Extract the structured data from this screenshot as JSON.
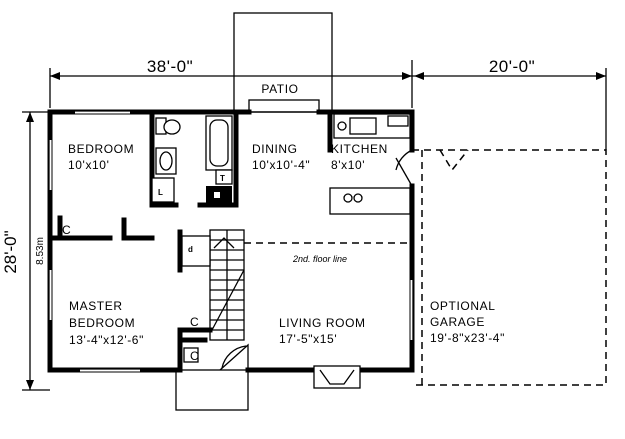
{
  "dimensions": {
    "overall_width": "38'-0\"",
    "garage_width": "20'-0\"",
    "depth": "28'-0\"",
    "depth_metric": "8.53m"
  },
  "labels": {
    "patio": "PATIO",
    "second_floor_line": "2nd. floor line",
    "closet": "C",
    "toilet": "T",
    "linen": "L",
    "up_mark": "d"
  },
  "rooms": {
    "bedroom": {
      "name": "BEDROOM",
      "size": "10'x10'"
    },
    "dining": {
      "name": "DINING",
      "size": "10'x10'-4\""
    },
    "kitchen": {
      "name": "KITCHEN",
      "size": "8'x10'"
    },
    "master_bedroom": {
      "name_line1": "MASTER",
      "name_line2": "BEDROOM",
      "size": "13'-4\"x12'-6\""
    },
    "living_room": {
      "name": "LIVING ROOM",
      "size": "17'-5\"x15'"
    },
    "garage": {
      "name_line1": "OPTIONAL",
      "name_line2": "GARAGE",
      "size": "19'-8\"x23'-4\""
    }
  }
}
